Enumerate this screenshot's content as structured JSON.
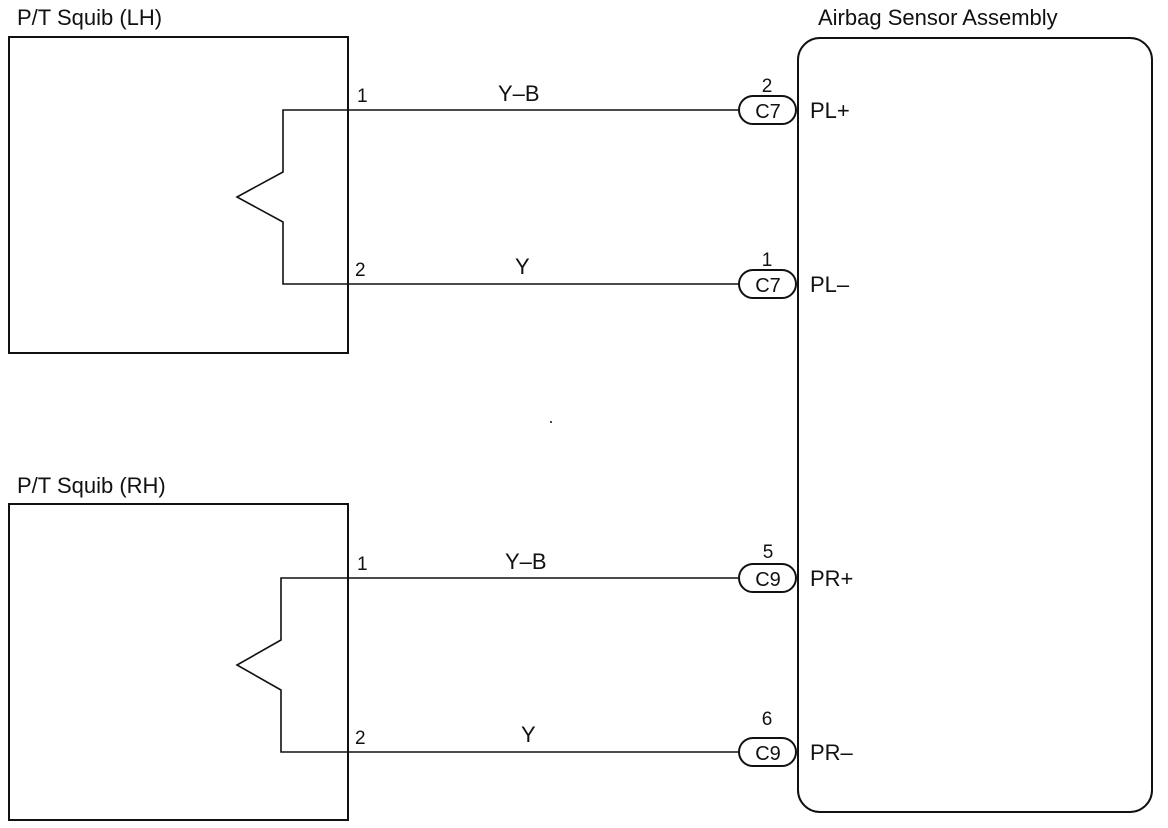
{
  "lh_squib": {
    "title": "P/T Squib (LH)",
    "pin1": "1",
    "pin2": "2",
    "wire1_color": "Y–B",
    "wire2_color": "Y"
  },
  "rh_squib": {
    "title": "P/T Squib (RH)",
    "pin1": "1",
    "pin2": "2",
    "wire1_color": "Y–B",
    "wire2_color": "Y"
  },
  "sensor": {
    "title": "Airbag Sensor Assembly",
    "terminals": [
      {
        "pin": "2",
        "connector": "C7",
        "signal": "PL+"
      },
      {
        "pin": "1",
        "connector": "C7",
        "signal": "PL–"
      },
      {
        "pin": "5",
        "connector": "C9",
        "signal": "PR+"
      },
      {
        "pin": "6",
        "connector": "C9",
        "signal": "PR–"
      }
    ]
  }
}
